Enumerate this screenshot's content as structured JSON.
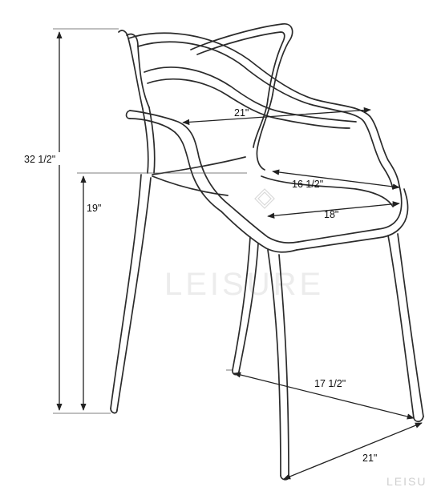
{
  "dimensions": {
    "total_height": "32 1/2\"",
    "seat_height": "19\"",
    "arm_width": "21\"",
    "seat_depth": "16 1/2\"",
    "seat_width": "18\"",
    "leg_depth": "17 1/2\"",
    "base_width": "21\""
  },
  "brand_mark": "LEISURE",
  "corner_mark": "LEISU"
}
